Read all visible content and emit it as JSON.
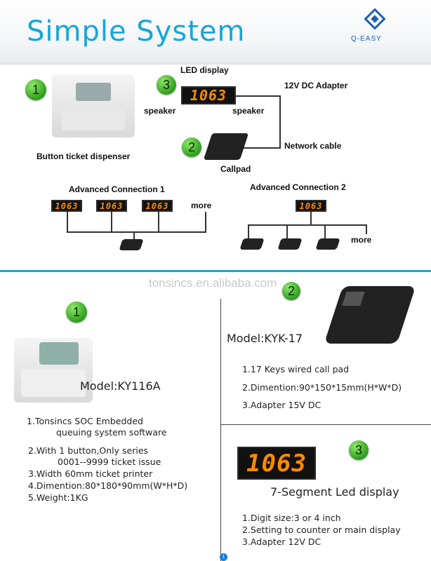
{
  "header": {
    "title": "Simple System",
    "logo_text": "Q-EASY"
  },
  "diagram": {
    "badge1": "1",
    "badge2": "2",
    "badge3": "3",
    "led_display": "LED display",
    "adapter": "12V DC Adapter",
    "speaker_left": "speaker",
    "speaker_right": "speaker",
    "led_value": "1063",
    "network_cable": "Network cable",
    "callpad": "Callpad",
    "dispenser": "Button ticket dispenser",
    "adv1": "Advanced Connection 1",
    "adv2": "Advanced Connection 2",
    "more1": "more",
    "more2": "more"
  },
  "watermark": "tonsincs.en.alibaba.com",
  "products": {
    "p1": {
      "badge": "1",
      "model": "Model:KY116A",
      "spec1a": "1.Tonsincs SOC Embedded",
      "spec1b": "queuing system software",
      "spec2a": "2.With 1 button,Only series",
      "spec2b": "0001--9999 ticket issue",
      "spec3": "3.Width 60mm ticket printer",
      "spec4": "4.Dimention:80*180*90mm(W*H*D)",
      "spec5": "5.Weight:1KG"
    },
    "p2": {
      "badge": "2",
      "model": "Model:KYK-17",
      "spec1": "1.17 Keys wired call pad",
      "spec2": "2.Dimention:90*150*15mm(H*W*D)",
      "spec3": "3.Adapter 15V DC"
    },
    "p3": {
      "badge": "3",
      "led_value": "1063",
      "title": "7-Segment Led display",
      "spec1": "1.Digit size:3 or 4 inch",
      "spec2": "2.Setting to counter or main display",
      "spec3": "3.Adapter 12V DC"
    }
  },
  "footer_badge": "1",
  "colors": {
    "title": "#16a6d9",
    "led": "#ff8a00",
    "badge": "#2e9e1e",
    "divider": "#1aa7c7"
  }
}
